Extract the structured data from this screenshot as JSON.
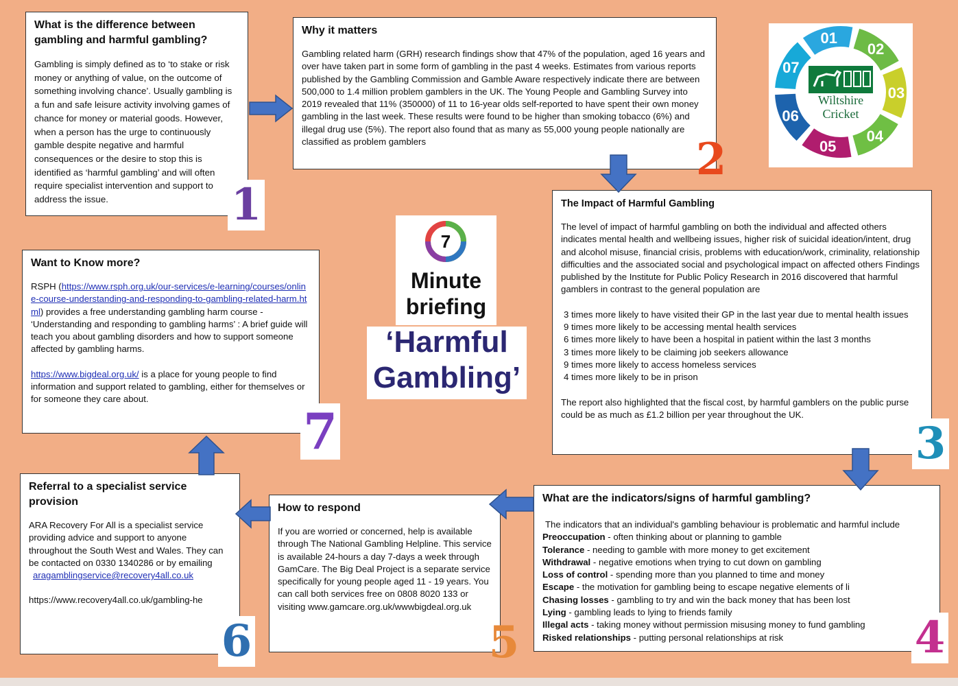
{
  "card1": {
    "title": "What is the difference between gambling and harmful gambling?",
    "body": "Gambling is simply defined as to ‘to stake or risk money or anything of value, on the outcome of something involving chance’. Usually gambling is a fun and safe leisure activity involving games of chance for money or material goods. However, when a person has the urge to continuously gamble despite negative and harmful consequences or the desire to stop this is identified as ‘harmful gambling’ and will often require specialist intervention and support to address the issue.",
    "number": "1"
  },
  "card2": {
    "title": "Why it matters",
    "body": "Gambling related harm (GRH) research findings show that 47% of the population, aged 16 years and over have taken part in some form of gambling in the past 4 weeks. Estimates from various reports published by the Gambling Commission and Gamble Aware respectively indicate there are between 500,000 to 1.4 million problem gamblers in the UK. The Young People and Gambling Survey into 2019 revealed that 11% (350000) of 11 to 16-year olds self-reported to have spent their own money gambling in the last week. These results were found to be higher than smoking tobacco (6%) and illegal drug use (5%).  The report also found that as many as 55,000 young people nationally are classified as problem gamblers",
    "number": "2"
  },
  "card3": {
    "title": "The Impact of Harmful Gambling",
    "intro": "The level of impact of harmful gambling on both the individual and affected others indicates mental health and wellbeing issues, higher risk of suicidal ideation/intent, drug and alcohol misuse, financial crisis, problems with education/work, criminality, relationship difficulties and the associated social and psychological impact on affected others Findings published by the Institute for Public Policy Research in 2016 discovered that harmful gamblers in contrast to the general population are",
    "items": [
      "3 times more likely to have visited their GP in the last year due to mental health issues",
      "9 times more likely to be accessing mental health services",
      "6 times more likely to have been a hospital in patient within the last 3 months",
      "3 times more likely to be claiming job seekers allowance",
      "9 times more likely to access homeless services",
      "4 times more likely to be in prison"
    ],
    "outro": "The report also highlighted that the fiscal cost, by harmful gamblers on the public purse could be as much as £1.2 billion per year throughout the UK.",
    "number": "3"
  },
  "card4": {
    "title": "What are the indicators/signs of harmful gambling?",
    "intro": "The indicators that an individual's gambling behaviour is problematic and harmful include",
    "items": [
      {
        "term": "Preoccupation",
        "desc": " - often thinking about or planning to gamble"
      },
      {
        "term": "Tolerance",
        "desc": " - needing to gamble with more money to get excitement"
      },
      {
        "term": "Withdrawal",
        "desc": " - negative emotions when trying to cut down on gambling"
      },
      {
        "term": "Loss of control",
        "desc": " - spending more than you planned to time and money"
      },
      {
        "term": "Escape",
        "desc": " - the motivation for gambling being to escape negative elements of li"
      },
      {
        "term": "Chasing losses",
        "desc": " - gambling to try and win the back money that has been lost"
      },
      {
        "term": "Lying",
        "desc": " - gambling leads to lying to friends family"
      },
      {
        "term": "Illegal acts",
        "desc": " - taking money without permission misusing money to fund gambling"
      },
      {
        "term": "Risked relationships",
        "desc": " - putting personal relationships at risk"
      }
    ],
    "number": "4"
  },
  "card5": {
    "title": "How to respond",
    "body": "If you are worried or concerned, help is available through The National Gambling Helpline.  This service is available 24-hours a day 7-days a week through GamCare. The Big Deal Project is a separate service specifically for young people aged 11 - 19 years. You can call both services free on 0808 8020 133 or visiting www.gamcare.org.uk/wwwbigdeal.org.uk",
    "number": "5"
  },
  "card6": {
    "title": "Referral to a specialist service provision",
    "body": "ARA Recovery For All is a specialist service providing advice and support to anyone throughout the South West and Wales. They can be contacted on 0330 1340286 or by emailing",
    "email": "aragamblingservice@recovery4all.co.uk",
    "url": "https://www.recovery4all.co.uk/gambling-he",
    "number": "6"
  },
  "card7": {
    "title": "Want to Know more?",
    "rsph_prefix": "RSPH (",
    "rsph_link": "https://www.rsph.org.uk/our-services/e-learning/courses/online-course-understanding-and-responding-to-gambling-related-harm.html",
    "rsph_suffix": ") provides a free understanding gambling harm course - ‘Understanding and responding to gambling harms’ : A brief guide will teach you about gambling disorders and how to support someone affected by gambling harms.",
    "bigdeal_link": "https://www.bigdeal.org.uk/",
    "bigdeal_suffix": " is a place for young people to find information and support related to gambling, either for themselves or for someone they care about.",
    "number": "7"
  },
  "center": {
    "seven": "7",
    "line1": "Minute",
    "line2": "briefing",
    "line3": "‘Harmful",
    "line4": "Gambling’"
  },
  "logo": {
    "segments": [
      "01",
      "02",
      "03",
      "04",
      "05",
      "06",
      "07"
    ],
    "name_line1": "Wiltshire",
    "name_line2": "Cricket",
    "colors": [
      "#2aa7df",
      "#6dbb45",
      "#c9cf2b",
      "#6fbf44",
      "#b01d6e",
      "#1d63ad",
      "#17a9d8"
    ]
  },
  "colors": {
    "background": "#f2ae86",
    "arrow": "#4472c4",
    "center_text": "#2b2772"
  }
}
